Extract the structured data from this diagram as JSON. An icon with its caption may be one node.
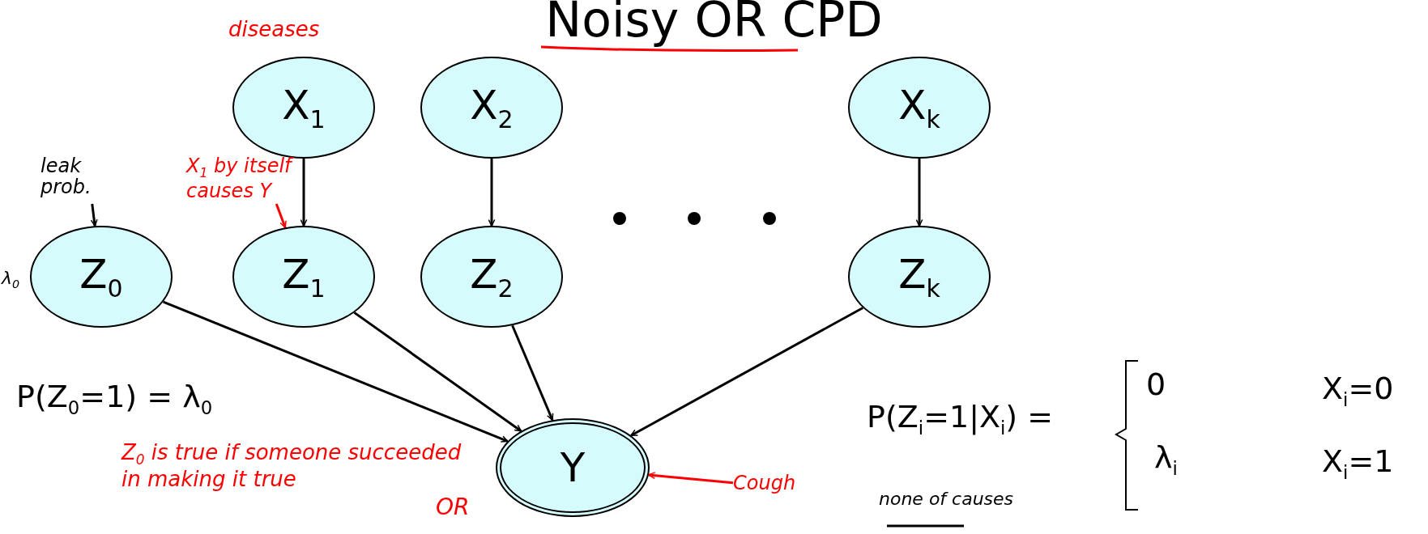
{
  "diagram": {
    "title": "Noisy OR CPD",
    "nodes": [
      {
        "text": [
          "X$_{1}$"
        ]
      },
      {
        "text": [
          "X$_{2}$"
        ]
      },
      {
        "text": [
          "X$_{k}$"
        ]
      },
      {
        "text": [
          "Z$_{0}$"
        ],
        "beside": [
          "λ$_{0}$"
        ]
      },
      {
        "text": [
          "Z$_{1}$"
        ]
      },
      {
        "text": [
          "Z$_{2}$"
        ]
      },
      {
        "text": [
          "Z$_{k}$"
        ]
      },
      {
        "text": [
          "Y"
        ]
      },
      {
        "text": [
          "leak prob."
        ]
      },
      {
        "text": [
          "X$_{1}$ by itself causes Y"
        ]
      },
      {
        "text": [
          "Cough"
        ]
      }
    ],
    "edges": [
      {
        "from": 0,
        "to": 4,
        "arrow": "to"
      },
      {
        "from": 1,
        "to": 5,
        "arrow": "to"
      },
      {
        "from": 2,
        "to": 6,
        "arrow": "to"
      },
      {
        "from": 3,
        "to": 7,
        "arrow": "to"
      },
      {
        "from": 4,
        "to": 7,
        "arrow": "to"
      },
      {
        "from": 5,
        "to": 7,
        "arrow": "to"
      },
      {
        "from": 6,
        "to": 7,
        "arrow": "to"
      },
      {
        "from": 8,
        "to": 3,
        "arrow": "to"
      },
      {
        "from": 9,
        "to": 4,
        "arrow": "to",
        "color": "#ff0000"
      },
      {
        "from": 10,
        "to": 7,
        "arrow": "to",
        "color": "#ff0000"
      }
    ],
    "labels": [
      "diseases",
      "P(Z$_{0}$=1) = λ$_{0}$",
      "Z$_{0}$ is true if someone succeeded in making it true",
      "OR",
      "P(Z$_{i}$=1|X$_{i}$) =",
      "0",
      "X$_{i}$=0",
      "λ$_{i}$",
      "X$_{i}$=1",
      "none of causes"
    ]
  }
}
